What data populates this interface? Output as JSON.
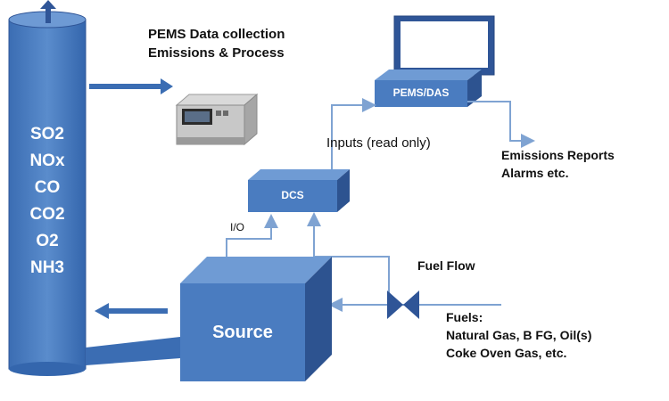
{
  "title": {
    "line1": "PEMS Data collection",
    "line2": "Emissions & Process"
  },
  "stack": {
    "gases": [
      "SO2",
      "NOx",
      "CO",
      "CO2",
      "O2",
      "NH3"
    ]
  },
  "pems_das_label": "PEMS/DAS",
  "dcs_label": "DCS",
  "source_label": "Source",
  "inputs_label": "Inputs (read only)",
  "io_label": "I/O",
  "fuel_flow_label": "Fuel Flow",
  "reports": {
    "line1": "Emissions Reports",
    "line2": "Alarms etc."
  },
  "fuels": {
    "heading": "Fuels:",
    "line1": "Natural Gas, B FG, Oil(s)",
    "line2": "Coke Oven Gas, etc."
  },
  "colors": {
    "primary_blue": "#4a7cc0",
    "dark_blue": "#2f5597",
    "line_blue": "#7fa3d2"
  }
}
